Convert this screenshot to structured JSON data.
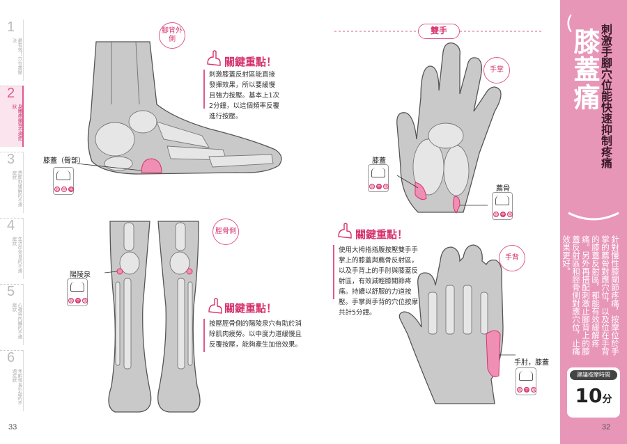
{
  "left_tabs": [
    {
      "num": "1",
      "text": "最有效！穴位按壓法"
    },
    {
      "num": "2",
      "text": "身體疼痛等不適症狀"
    },
    {
      "num": "3",
      "text": "想即刻緩解的不適症狀"
    },
    {
      "num": "4",
      "text": "生活中常見的不適症狀"
    },
    {
      "num": "5",
      "text": "心理與內臟的不適症狀"
    },
    {
      "num": "6",
      "text": "年齡增長引起的不適症狀"
    }
  ],
  "foot_side": {
    "region_label": "腳背外側",
    "point_label": "膝蓋（臀部）",
    "key_title": "關鍵重點！",
    "key_text": "刺激膝蓋反射區能直接發揮效果，所以要緩慢且強力按壓。基本上1次2分鐘，以這個頻率反覆進行按壓。"
  },
  "legs": {
    "region_label": "脛骨側",
    "point_label": "陽陵泉",
    "key_title": "關鍵重點！",
    "key_text": "按壓脛骨側的陽陵泉穴有助於消除肌肉疲勞。以中度力道緩慢且反覆按壓，能夠產生加倍效果。"
  },
  "hands": {
    "header": "雙手",
    "palm_label": "手掌",
    "back_label": "手背",
    "palm_point1": "膝蓋",
    "palm_point2": "薦骨",
    "back_point": "手肘，膝蓋",
    "key_title": "關鍵重點！",
    "key_text": "使用大拇指指腹按壓雙手手掌上的膝蓋與薦骨反射區，以及手背上的手肘與膝蓋反射區，有效減輕膝關節疼痛。持續以舒服的力道按壓。手掌與手背的穴位按摩共計5分鐘。"
  },
  "intensity": [
    "弱",
    "中",
    "強"
  ],
  "panel": {
    "title": "膝蓋痛",
    "subtitle": "刺激手腳穴位能快速抑制疼痛",
    "body": "針對慢性膝關節疼痛，按摩位於手掌的薦骨對應穴位，以及位在手背的膝蓋反射區，都能有效緩解疼痛。另外再搭配刺激止腳背上的膝蓋反射區和脛骨側對應穴位，止痛效果更好。",
    "time_label": "建議按摩時間",
    "time_value": "10",
    "time_unit": "分"
  },
  "page_left": "33",
  "page_right": "32",
  "colors": {
    "accent": "#e0578f",
    "panel": "#e896b8"
  }
}
